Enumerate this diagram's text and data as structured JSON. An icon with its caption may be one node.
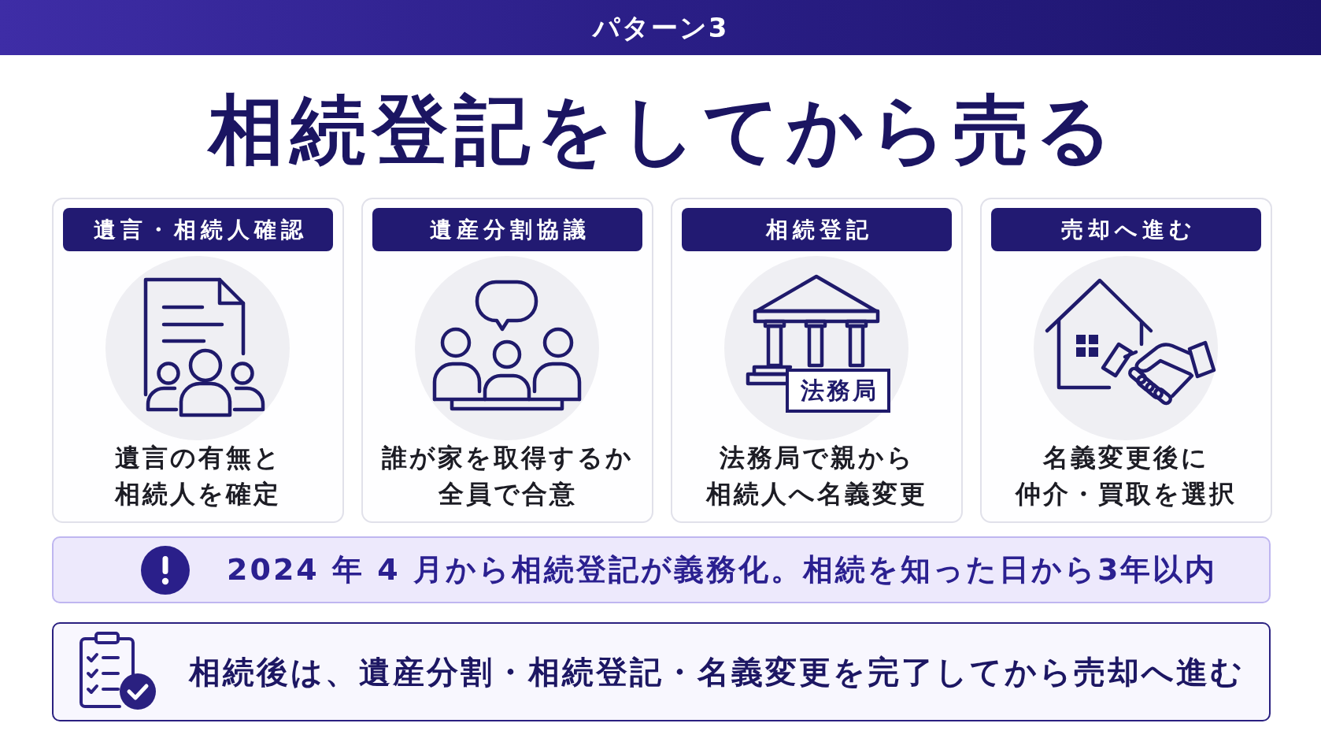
{
  "diagram": {
    "title": "相続登記をしてから売る",
    "nodes": [
      {
        "text": [
          "パターン3"
        ]
      },
      {
        "text": [
          "遺言・相続人確認",
          "遺言の有無と相続人を確定"
        ]
      },
      {
        "text": [
          "遺産分割協議",
          "誰が家を取得するか全員で合意"
        ]
      },
      {
        "text": [
          "相続登記",
          "法務局で親から相続人へ名義変更"
        ]
      },
      {
        "text": [
          "法務局"
        ],
        "in": 3
      },
      {
        "text": [
          "売却へ進む",
          "名義変更後に仲介・買取を選択"
        ]
      },
      {
        "text": [
          "2024 年 4 月から相続登記が義務化。相続を知った日から3年以内"
        ]
      },
      {
        "text": [
          "相続後は、遺産分割・相続登記・名義変更を完了してから売却へ進む"
        ]
      }
    ]
  }
}
